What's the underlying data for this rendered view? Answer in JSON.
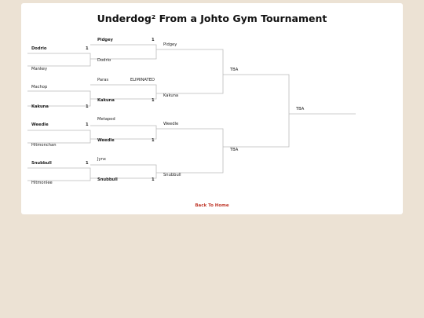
{
  "page": {
    "title": "Underdog² From a Johto Gym Tournament"
  },
  "round1": [
    {
      "name": "Dodrio",
      "score": "1",
      "bold": true
    },
    {
      "name": "Mankey",
      "score": "",
      "bold": false
    },
    {
      "name": "Machop",
      "score": "",
      "bold": false
    },
    {
      "name": "Kakuna",
      "score": "1",
      "bold": true
    },
    {
      "name": "Weedle",
      "score": "1",
      "bold": true
    },
    {
      "name": "Hitmonchan",
      "score": "",
      "bold": false
    },
    {
      "name": "Snubbull",
      "score": "1",
      "bold": true
    },
    {
      "name": "Hitmonlee",
      "score": "",
      "bold": false
    }
  ],
  "round2": [
    {
      "name": "Pidgey",
      "score": "1",
      "bold": true
    },
    {
      "name": "Dodrio",
      "score": "",
      "bold": false
    },
    {
      "name": "Paras",
      "score": "ELIMINATED",
      "bold": false
    },
    {
      "name": "Kakuna",
      "score": "1",
      "bold": true
    },
    {
      "name": "Metapod",
      "score": "",
      "bold": false
    },
    {
      "name": "Weedle",
      "score": "1",
      "bold": true
    },
    {
      "name": "Jynx",
      "score": "",
      "bold": false
    },
    {
      "name": "Snubbull",
      "score": "1",
      "bold": true
    }
  ],
  "round3": [
    "Pidgey",
    "Kakuna",
    "Weedle",
    "Snubbull"
  ],
  "round4": [
    "TBA",
    "TBA"
  ],
  "final": "TBA",
  "footer": {
    "back_label": "Back To Home"
  }
}
